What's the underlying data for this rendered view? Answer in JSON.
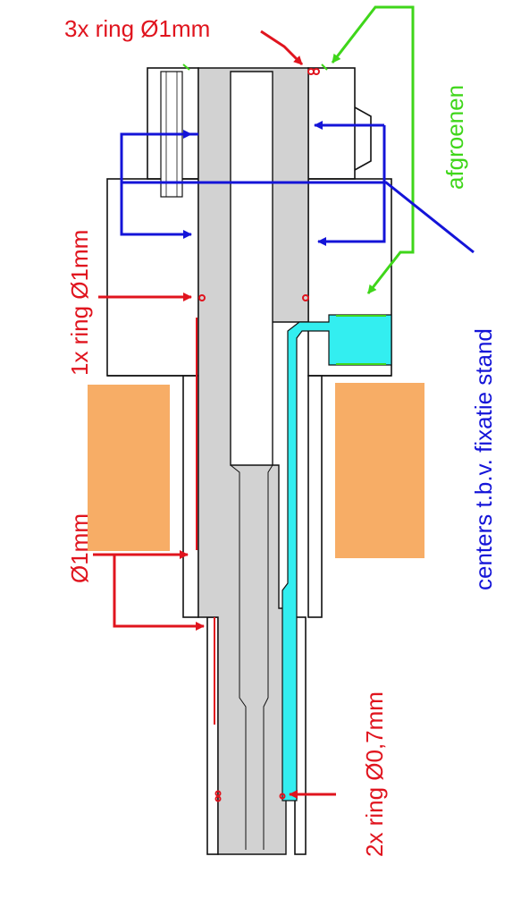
{
  "labels": {
    "top_rings": "3x ring Ø1mm",
    "left_ring": "1x ring Ø1mm",
    "left_diameter": "Ø1mm",
    "bottom_rings": "2x ring Ø0,7mm",
    "green_note": "afgroenen",
    "blue_note": "centers t.b.v. fixatie stand"
  },
  "colors": {
    "annotation_red": "#e0141e",
    "annotation_green": "#3fd61a",
    "annotation_blue": "#1414d8",
    "channel_cyan": "#33eef0",
    "block_orange": "#f7ad66",
    "section_fill": "#d2d2d2"
  },
  "icons": {
    "arrow": "arrow-head"
  }
}
